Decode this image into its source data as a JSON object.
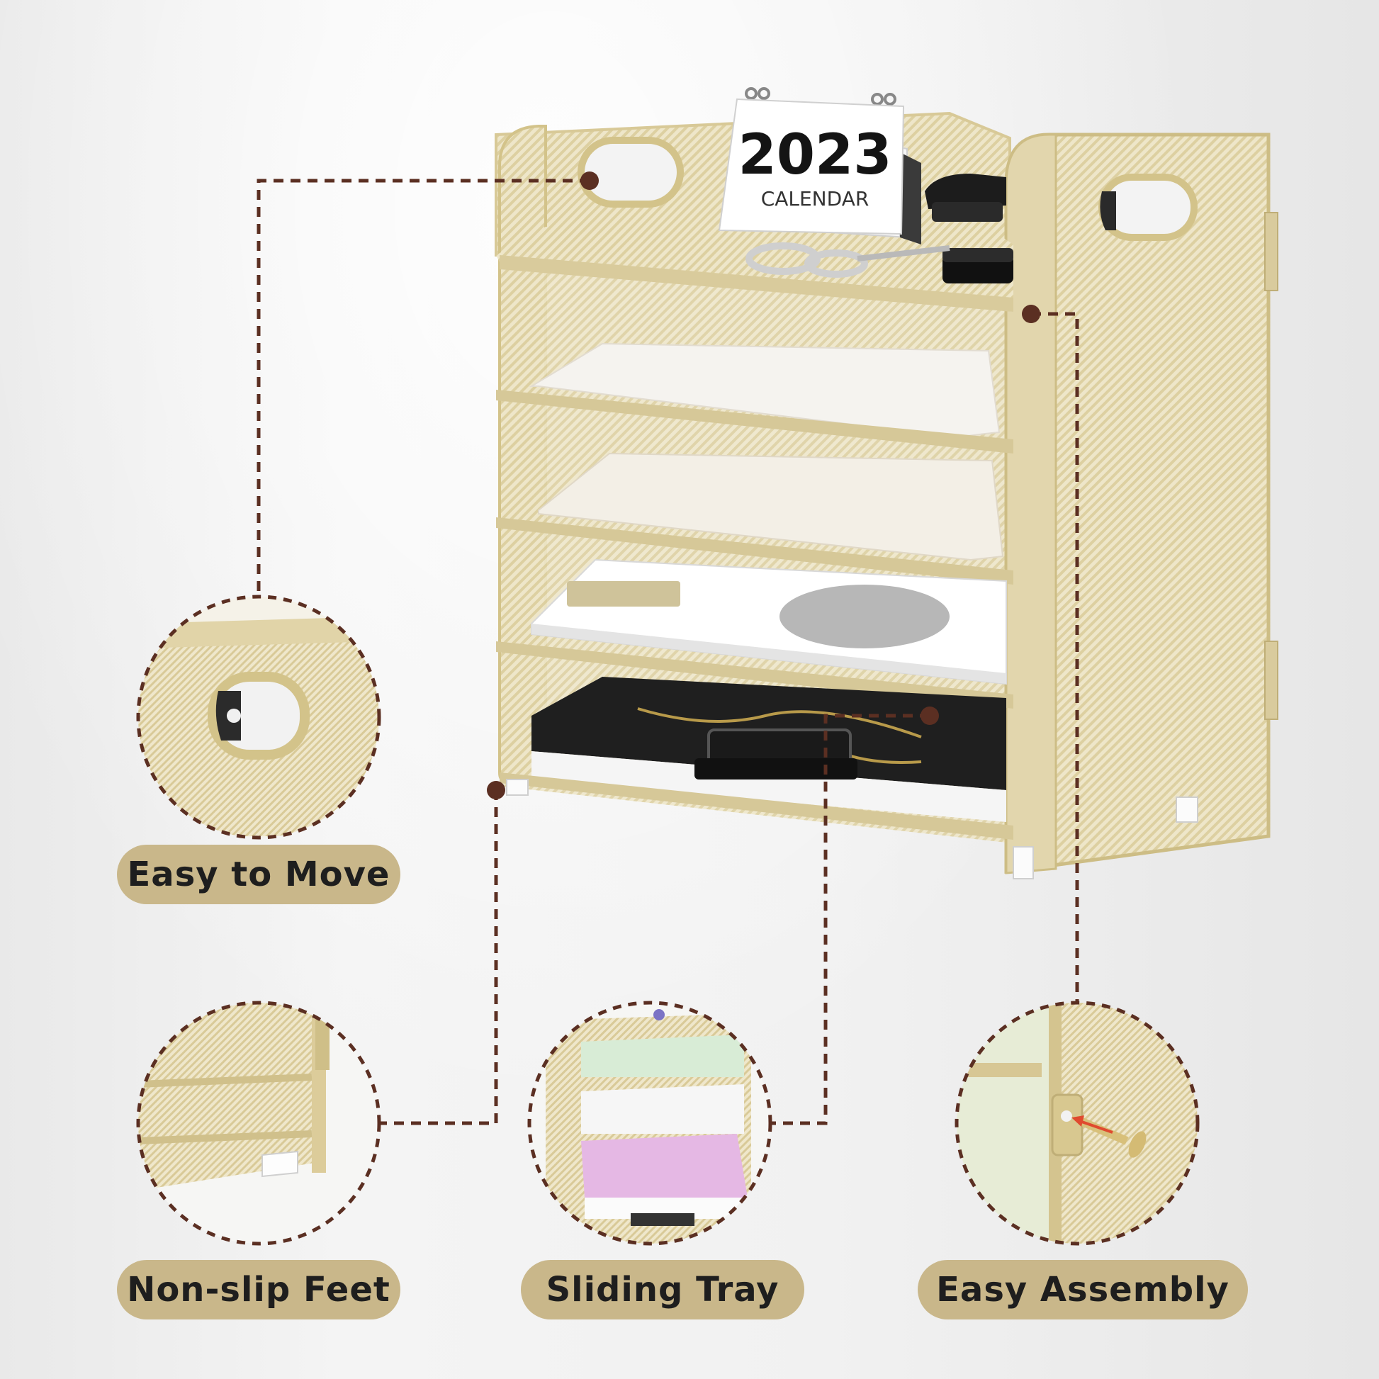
{
  "calendar": {
    "year": "2023",
    "subtitle": "CALENDAR"
  },
  "features": {
    "easy_to_move": "Easy to Move",
    "non_slip_feet": "Non-slip Feet",
    "sliding_tray": "Sliding Tray",
    "easy_assembly": "Easy Assembly"
  },
  "colors": {
    "pill_background": "#c9b78a",
    "leader_line": "#5b2f22",
    "mesh_gold": "#e3d7b0"
  }
}
